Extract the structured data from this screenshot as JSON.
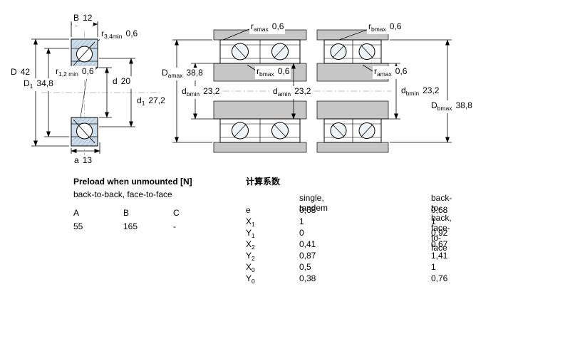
{
  "diagram_single": {
    "dims": [
      {
        "sym": "B",
        "sub": "",
        "val": "12"
      },
      {
        "sym": "r",
        "sub": "3,4min",
        "val": "0,6"
      },
      {
        "sym": "D",
        "sub": "",
        "val": "42"
      },
      {
        "sym": "D",
        "sub": "1",
        "val": "34,8"
      },
      {
        "sym": "r",
        "sub": "1,2 min",
        "val": "0,6"
      },
      {
        "sym": "d",
        "sub": "",
        "val": "20"
      },
      {
        "sym": "d",
        "sub": "1",
        "val": "27,2"
      },
      {
        "sym": "a",
        "sub": "",
        "val": "13"
      }
    ]
  },
  "diagram_pair1": {
    "dims": [
      {
        "sym": "r",
        "sub": "amax",
        "val": "0,6"
      },
      {
        "sym": "D",
        "sub": "amax",
        "val": "38,8"
      },
      {
        "sym": "d",
        "sub": "bmin",
        "val": "23,2"
      },
      {
        "sym": "r",
        "sub": "bmax",
        "val": "0,6"
      },
      {
        "sym": "d",
        "sub": "amin",
        "val": "23,2"
      }
    ]
  },
  "diagram_pair2": {
    "dims": [
      {
        "sym": "r",
        "sub": "bmax",
        "val": "0,6"
      },
      {
        "sym": "r",
        "sub": "amax",
        "val": "0,6"
      },
      {
        "sym": "d",
        "sub": "bmin",
        "val": "23,2"
      },
      {
        "sym": "D",
        "sub": "bmax",
        "val": "38,8"
      }
    ]
  },
  "preload_table": {
    "title": "Preload when unmounted [N]",
    "subtitle": "back-to-back, face-to-face",
    "headers": [
      "A",
      "B",
      "C"
    ],
    "values": [
      "55",
      "165",
      "-"
    ]
  },
  "factors_table": {
    "title": "计算系数",
    "col1_header": "single, tandem",
    "col2_header": "back-to-back, face-to-face",
    "rows": [
      {
        "sym": "e",
        "sub": "",
        "v1": "0,68",
        "v2": "0,68"
      },
      {
        "sym": "X",
        "sub": "1",
        "v1": "1",
        "v2": "1"
      },
      {
        "sym": "Y",
        "sub": "1",
        "v1": "0",
        "v2": "0,92"
      },
      {
        "sym": "X",
        "sub": "2",
        "v1": "0,41",
        "v2": "0,67"
      },
      {
        "sym": "Y",
        "sub": "2",
        "v1": "0,87",
        "v2": "1,41"
      },
      {
        "sym": "X",
        "sub": "0",
        "v1": "0,5",
        "v2": "1"
      },
      {
        "sym": "Y",
        "sub": "0",
        "v1": "0,38",
        "v2": "0,76"
      }
    ]
  },
  "colors": {
    "section_fill": "#cddcea",
    "band_grey": "#c6c6c6",
    "line": "#000000"
  }
}
